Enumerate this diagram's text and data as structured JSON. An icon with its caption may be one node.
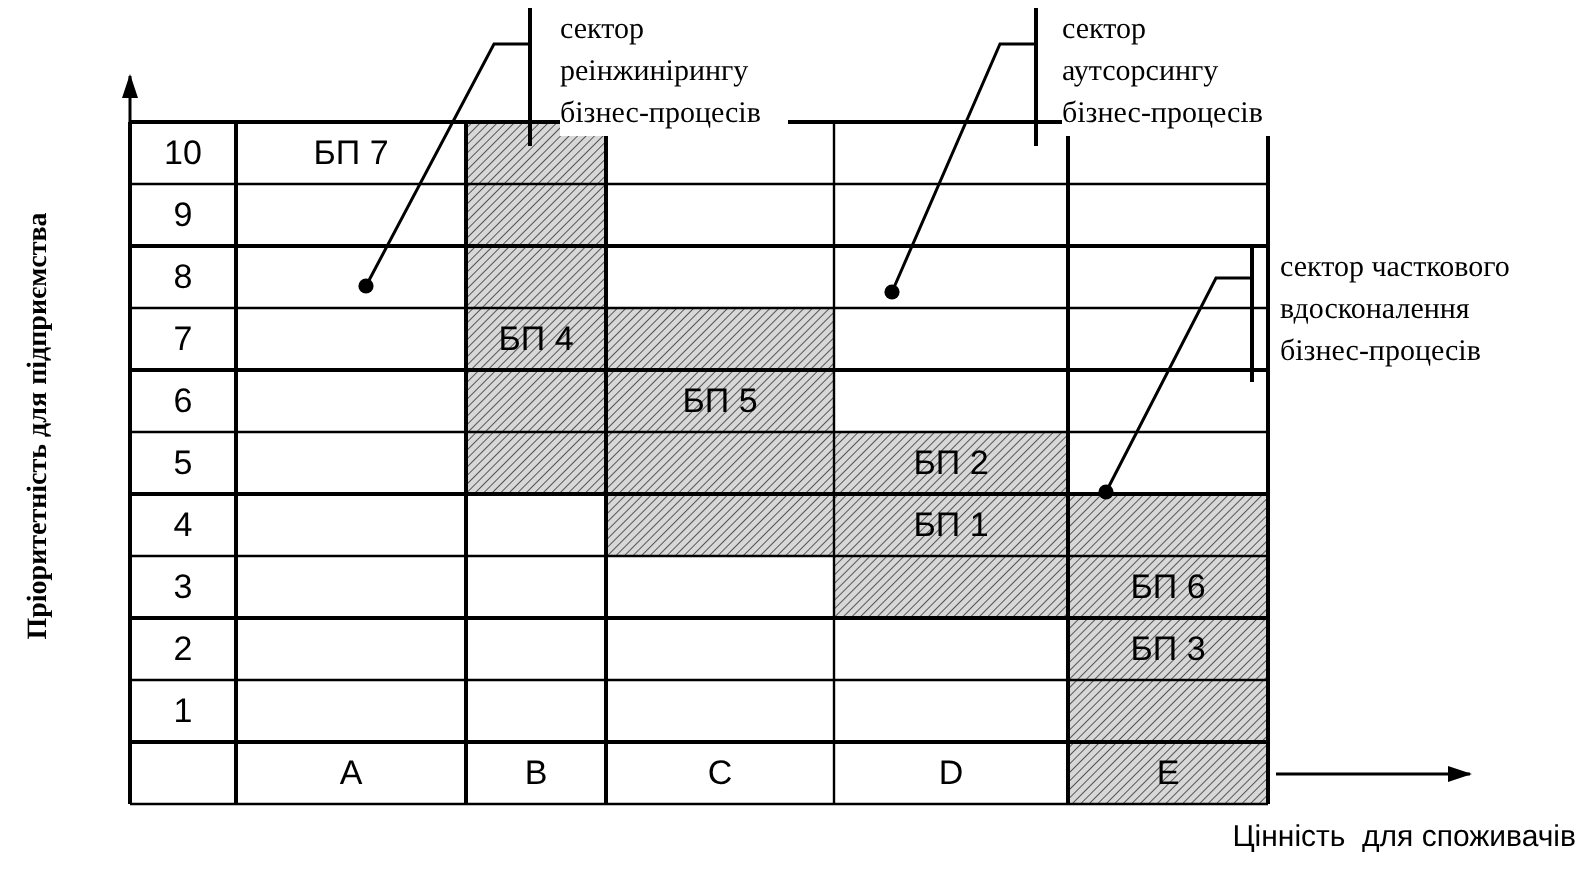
{
  "diagram": {
    "nodes": [
      {
        "text": [
          "сектор реінжинірингу бізнес-процесів"
        ]
      },
      {
        "text": [
          "сектор аутсорсингу бізнес-процесів"
        ]
      },
      {
        "text": [
          "сектор часткового вдосконалення бізнес-процесів"
        ]
      }
    ],
    "edges": [
      {
        "from": 0,
        "to": null,
        "arrow": "other"
      },
      {
        "from": 1,
        "to": null,
        "arrow": "other"
      },
      {
        "from": 2,
        "to": null,
        "arrow": "other"
      }
    ],
    "labels": [
      "10",
      "БП 7",
      "9",
      "8",
      "7",
      "БП 4",
      "6",
      "БП 5",
      "5",
      "БП 2",
      "4",
      "БП 1",
      "3",
      "БП 6",
      "2",
      "БП 3",
      "1",
      "A",
      "B",
      "C",
      "D",
      "E",
      "Пріоритетність для підприємства",
      "Цінність  для споживачів"
    ]
  }
}
